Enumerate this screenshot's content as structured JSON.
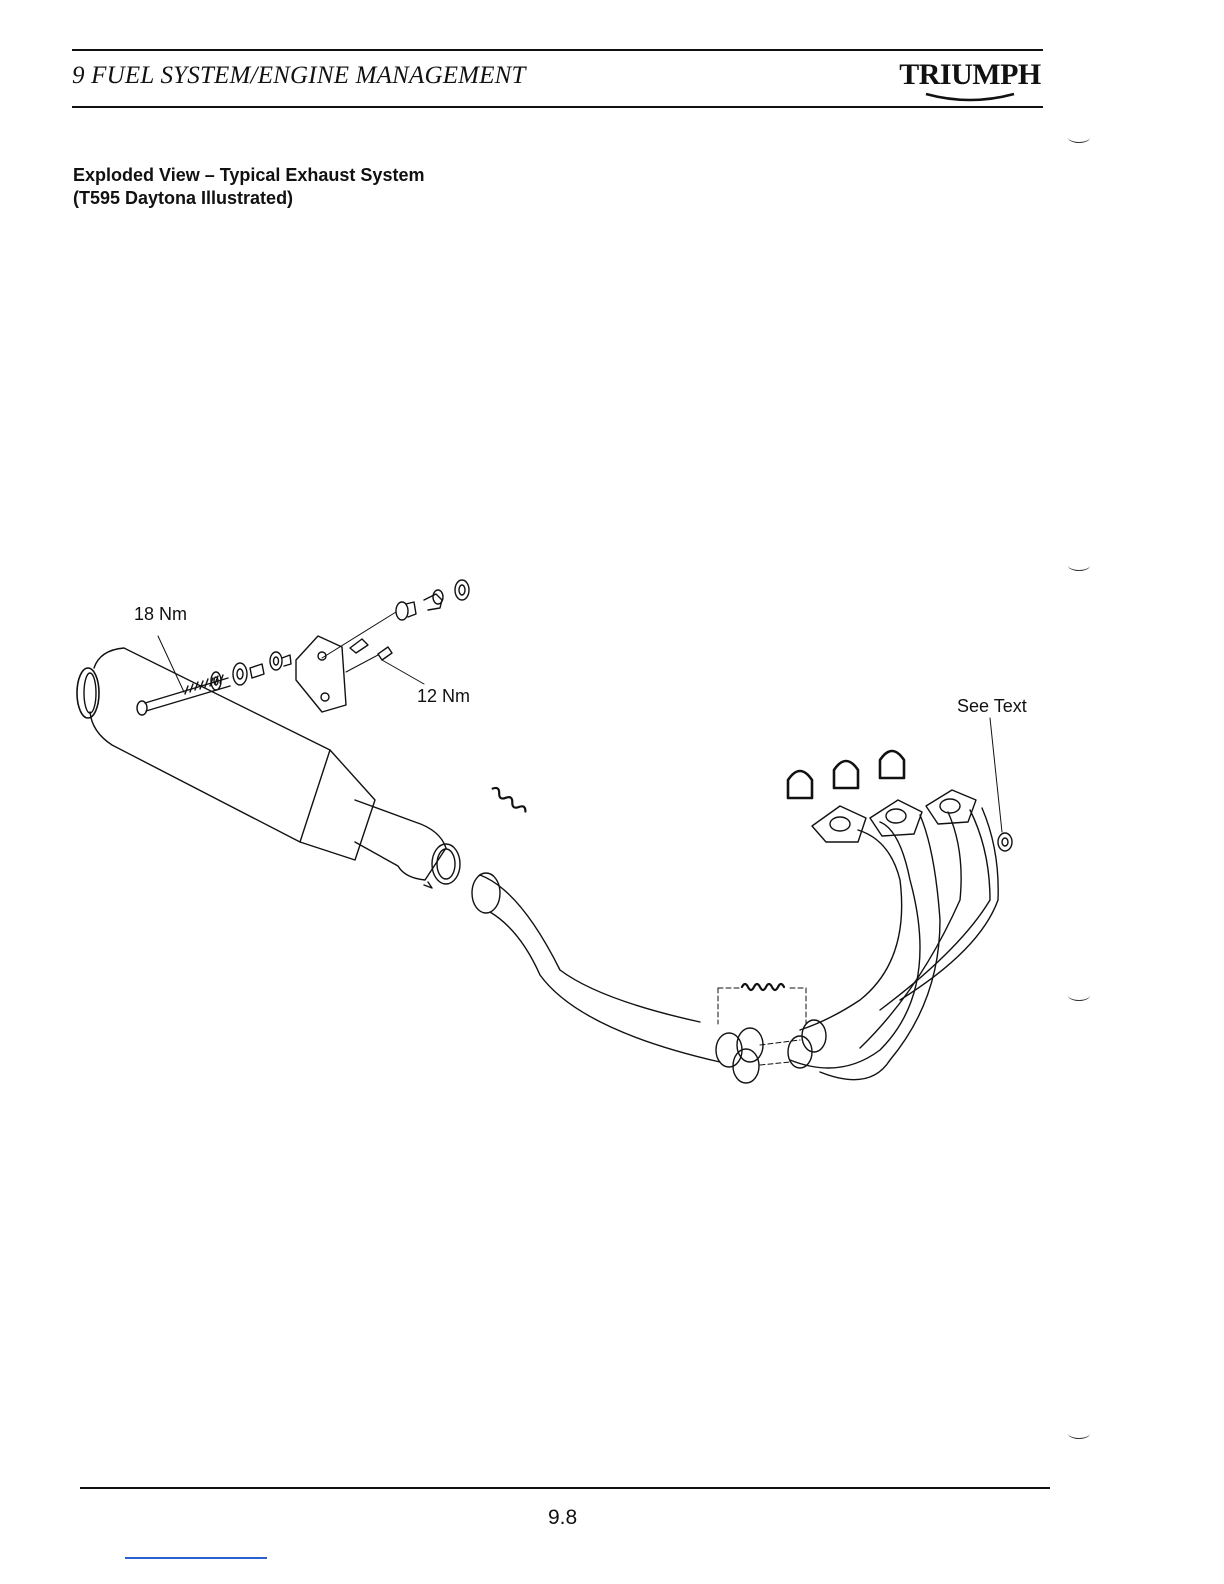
{
  "header": {
    "section_title": "9 FUEL SYSTEM/ENGINE MANAGEMENT",
    "brand_logo": "TRIUMPH"
  },
  "figure": {
    "title_line1": "Exploded View – Typical Exhaust System",
    "title_line2": "(T595 Daytona Illustrated)",
    "labels": {
      "torque_silencer": "18 Nm",
      "torque_bracket": "12 Nm",
      "see_text": "See Text"
    }
  },
  "footer": {
    "page_number": "9.8"
  }
}
